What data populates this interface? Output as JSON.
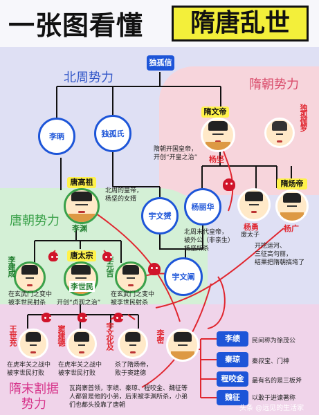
{
  "title": {
    "left": "一张图看懂",
    "right": "隋唐乱世"
  },
  "regions": {
    "beizhou": "北周势力",
    "sui": "隋朝势力",
    "tang": "唐朝势力",
    "late_sui": "隋末割据势力"
  },
  "nodes": {
    "dugu_xin": "独孤信",
    "li_bing": "李昞",
    "dugu_shi": "独孤氏",
    "yuwen_yun": "宇文赟",
    "yang_lihua": "杨丽华",
    "yuwen_chan": "宇文阐",
    "sui_wendi_title": "隋文帝",
    "yang_jian": "杨坚",
    "dugu_jialuo": "独孤伽罗",
    "tang_gaozu_title": "唐高祖",
    "li_yuan": "李渊",
    "yang_yong": "杨勇",
    "suiyangdi_title": "隋炀帝",
    "yang_guang": "杨广",
    "tang_taizong_title": "唐太宗",
    "li_shimin": "李世民",
    "li_jiancheng": "李建成",
    "li_yuanji": "李元吉",
    "wang_shichong": "王世充",
    "dou_jiande": "窦建德",
    "yuwen_huaji": "宇文化及",
    "li_mi": "李密"
  },
  "notes": {
    "yang_jian": [
      "隋朝开国皇帝，",
      "开创“开皇之治”"
    ],
    "yang_lihua": [
      "北周的皇帝，",
      "杨坚的女婿"
    ],
    "yuwen_chan": [
      "北周末代皇帝，",
      "被外公（非亲生）",
      "杨坚所杀"
    ],
    "yang_yong": "废太子",
    "yang_guang": [
      "开挖运河、",
      "三征高句丽，",
      "结果把隋朝搞垮了"
    ],
    "li_shimin": "开创“贞观之治”",
    "li_jiancheng": [
      "在玄武门之变中",
      "被李世民射杀"
    ],
    "li_yuanji": [
      "在玄武门之变中",
      "被李世民射杀"
    ],
    "wang_shichong": [
      "在虎牢关之战中",
      "被李世民打败"
    ],
    "dou_jiande": [
      "在虎牢关之战中",
      "被李世民打败"
    ],
    "yuwen_huaji": [
      "杀了隋炀帝，",
      "败于窦建德"
    ],
    "li_mi": [
      "瓦岗寨首领，李绩、秦琼、程咬金、魏征等",
      "人都曾是他的小弟，后来被李渊所杀，小弟",
      "们也都头投靠了唐朝"
    ]
  },
  "side": [
    {
      "name": "李绩",
      "desc": "民间称为徐茂公"
    },
    {
      "name": "秦琼",
      "desc": "秦叔宝、门神"
    },
    {
      "name": "程咬金",
      "desc": "最有名的是三板斧"
    },
    {
      "name": "魏征",
      "desc": "以敢于进谏著称"
    }
  ],
  "watermark": "头条 @远见的生活家",
  "colors": {
    "blue": "#1d55d8",
    "red": "#e0262f",
    "yellow": "#fff24a",
    "green": "#1f7d2d"
  }
}
